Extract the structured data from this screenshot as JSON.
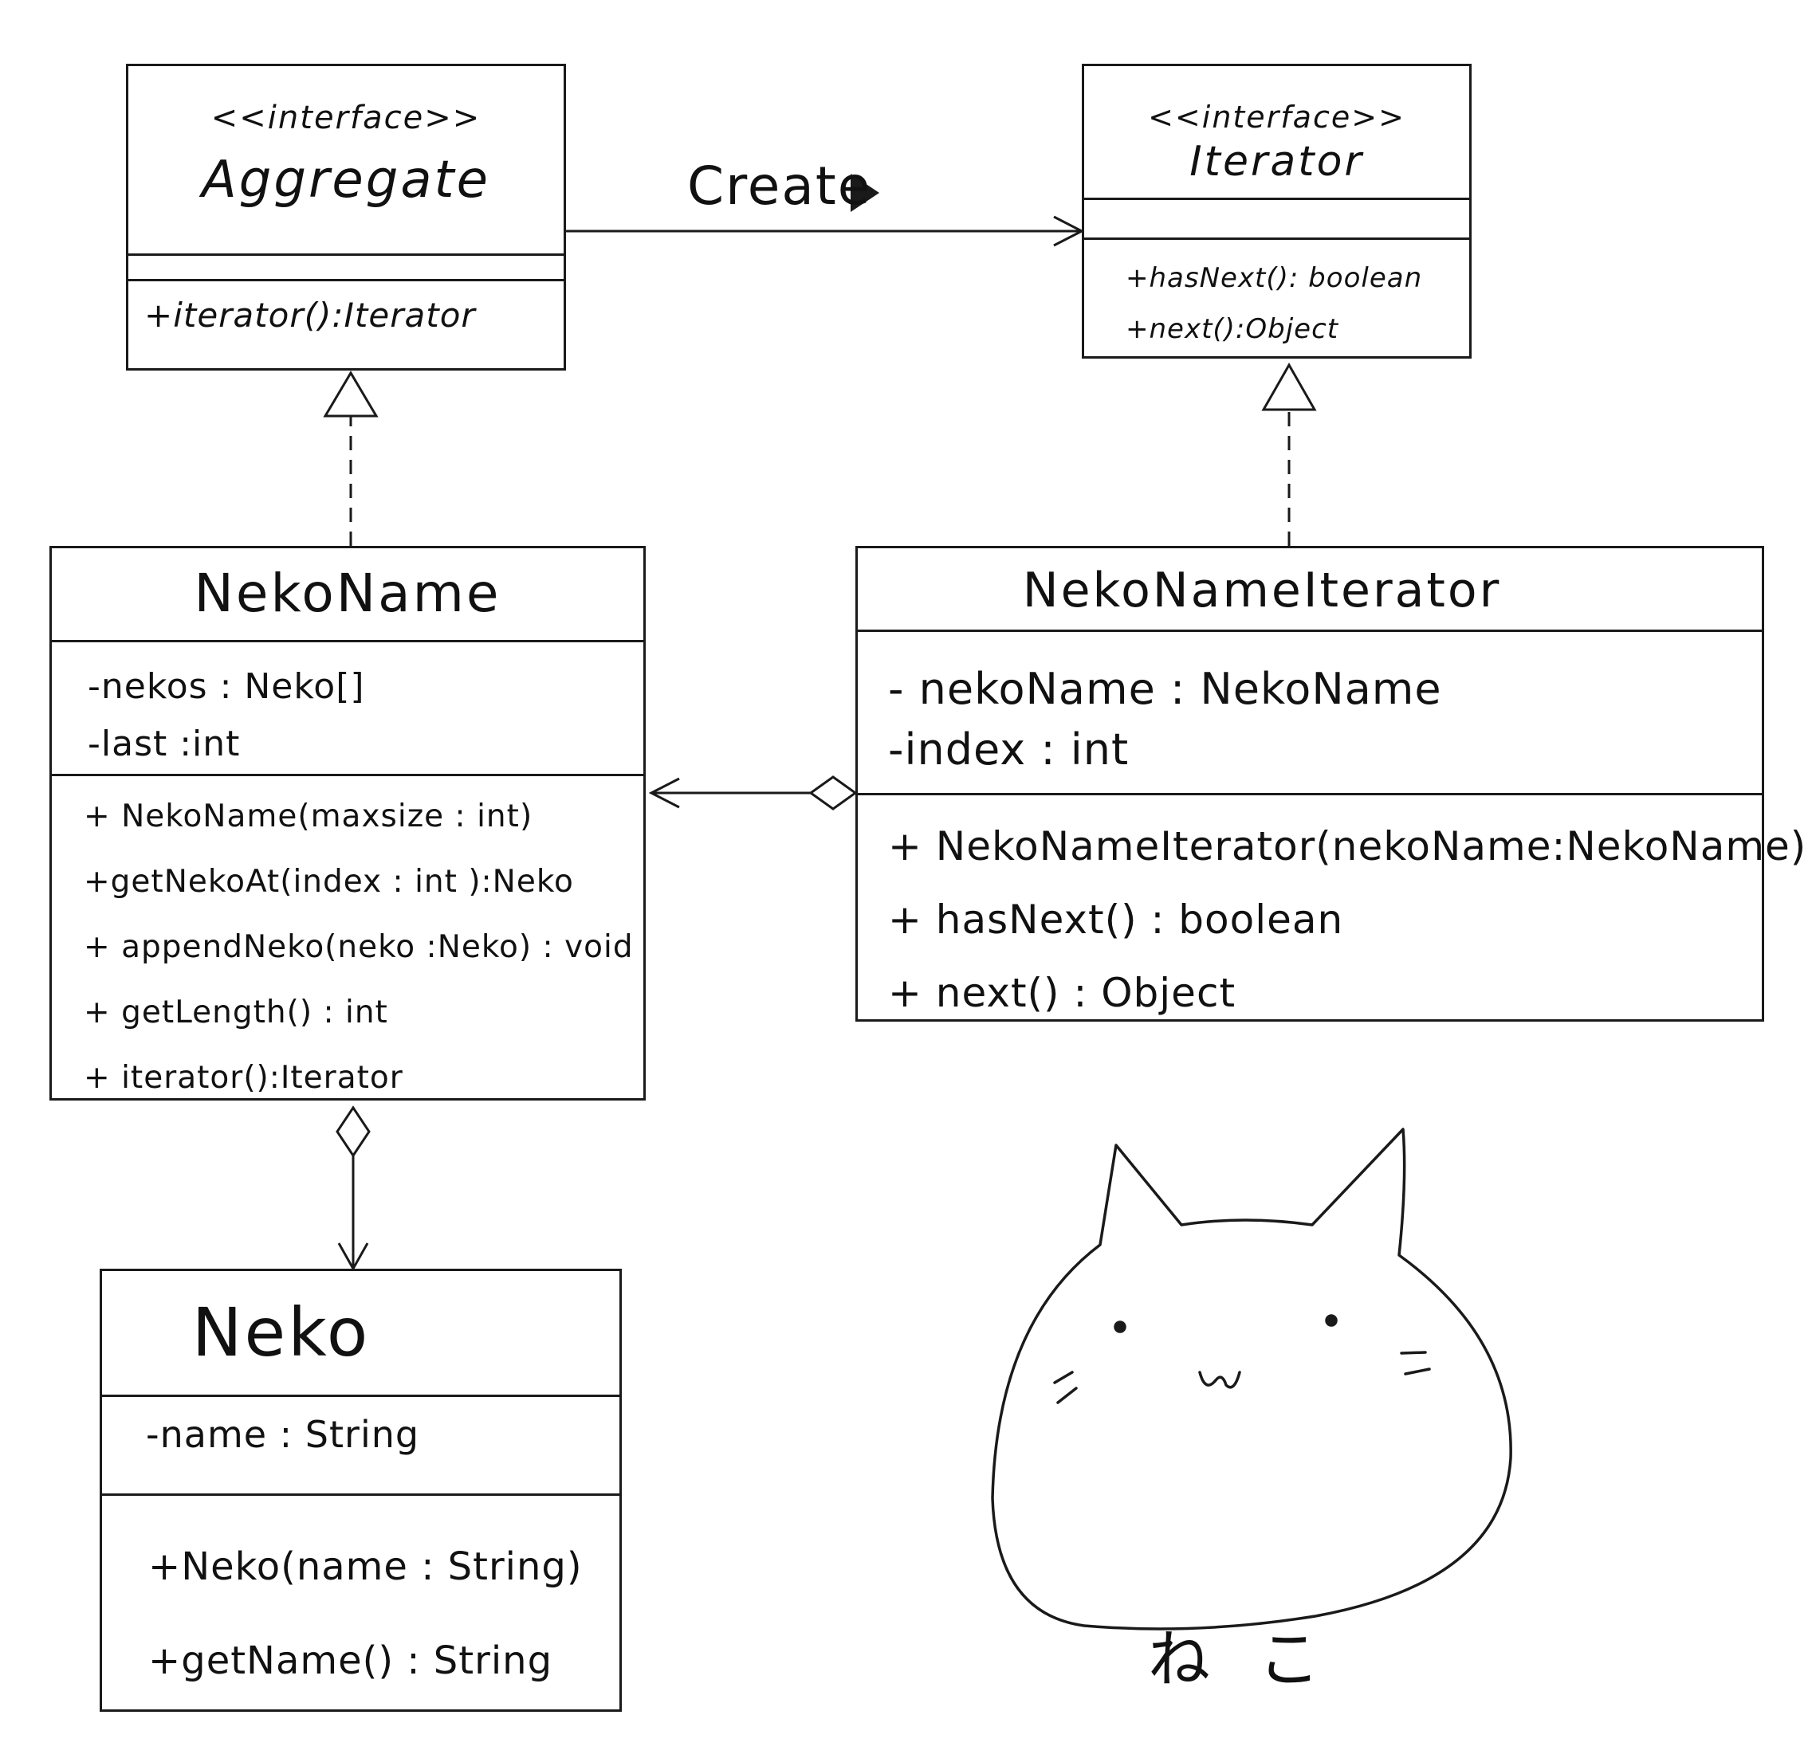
{
  "aggregate": {
    "stereotype": "<<interface>>",
    "name": "Aggregate",
    "operations": [
      "+iterator():Iterator"
    ]
  },
  "iterator": {
    "stereotype": "<<interface>>",
    "name": "Iterator",
    "operations": [
      "+hasNext(): boolean",
      "+next():Object"
    ]
  },
  "create_label": "Create",
  "nekoname": {
    "name": "NekoName",
    "attributes": [
      "-nekos : Neko[]",
      "-last :int"
    ],
    "operations": [
      "+ NekoName(maxsize : int)",
      "+getNekoAt(index : int ):Neko",
      "+ appendNeko(neko :Neko) : void",
      "+ getLength() : int",
      "+ iterator():Iterator"
    ]
  },
  "nekonameiterator": {
    "name": "NekoNameIterator",
    "attributes": [
      "- nekoName : NekoName",
      "-index : int"
    ],
    "operations": [
      "+ NekoNameIterator(nekoName:NekoName)",
      "+ hasNext() : boolean",
      "+ next() : Object"
    ]
  },
  "neko": {
    "name": "Neko",
    "attributes": [
      "-name : String"
    ],
    "operations": [
      "+Neko(name : String)",
      "+getName() : String"
    ]
  },
  "doodle": {
    "caption": "ねこ"
  }
}
